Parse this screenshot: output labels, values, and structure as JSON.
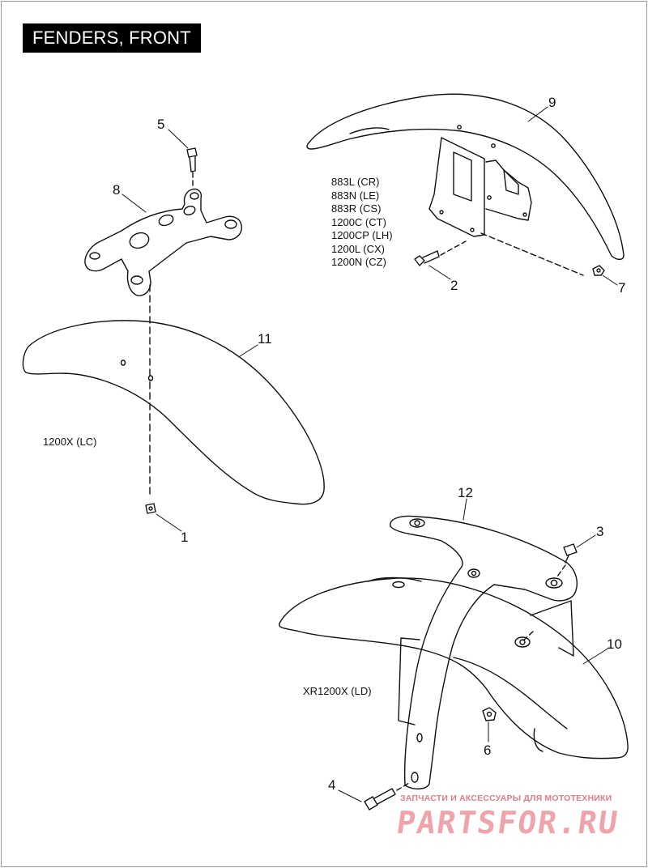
{
  "title": "FENDERS, FRONT",
  "callouts": [
    "1",
    "2",
    "3",
    "4",
    "5",
    "6",
    "7",
    "8",
    "9",
    "10",
    "11",
    "12"
  ],
  "labels": {
    "lc": "1200X (LC)",
    "ld": "XR1200X (LD)",
    "models_9": [
      "883L (CR)",
      "883N (LE)",
      "883R (CS)",
      "1200C (CT)",
      "1200CP (LH)",
      "1200L (CX)",
      "1200N (CZ)"
    ]
  },
  "watermark": {
    "tagline": "ЗАПЧАСТИ И АКСЕССУАРЫ ДЛЯ МОТОТЕХНИКИ",
    "brand": "PARTSFOR.RU"
  },
  "colors": {
    "title_bg": "#000000",
    "title_fg": "#ffffff",
    "line": "#111111",
    "watermark": "#f0a3aa"
  }
}
